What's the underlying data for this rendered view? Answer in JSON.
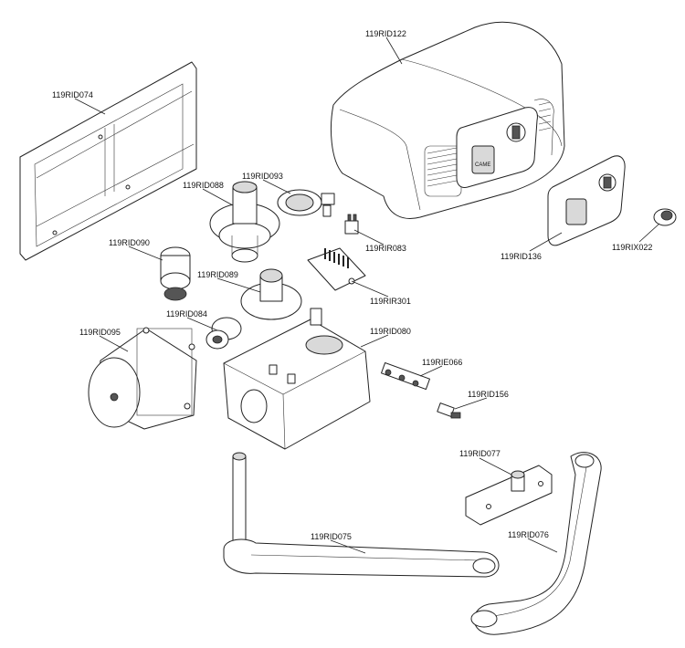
{
  "parts": [
    {
      "id": "p1",
      "label": "119RID122"
    },
    {
      "id": "p2",
      "label": "119RID074"
    },
    {
      "id": "p3",
      "label": "119RID093"
    },
    {
      "id": "p4",
      "label": "119RID088"
    },
    {
      "id": "p5",
      "label": "119RID136"
    },
    {
      "id": "p6",
      "label": "119RIX022"
    },
    {
      "id": "p7",
      "label": "119RIR083"
    },
    {
      "id": "p8",
      "label": "119RID090"
    },
    {
      "id": "p9",
      "label": "119RID089"
    },
    {
      "id": "p10",
      "label": "119RIR301"
    },
    {
      "id": "p11",
      "label": "119RID084"
    },
    {
      "id": "p12",
      "label": "119RID095"
    },
    {
      "id": "p13",
      "label": "119RID080"
    },
    {
      "id": "p14",
      "label": "119RIE066"
    },
    {
      "id": "p15",
      "label": "119RID156"
    },
    {
      "id": "p16",
      "label": "119RID077"
    },
    {
      "id": "p17",
      "label": "119RID075"
    },
    {
      "id": "p18",
      "label": "119RID076"
    }
  ],
  "brand": {
    "logo_text": "CAME"
  },
  "colors": {
    "ink": "#222222",
    "background": "#ffffff",
    "shade": "#d9d9d9"
  }
}
